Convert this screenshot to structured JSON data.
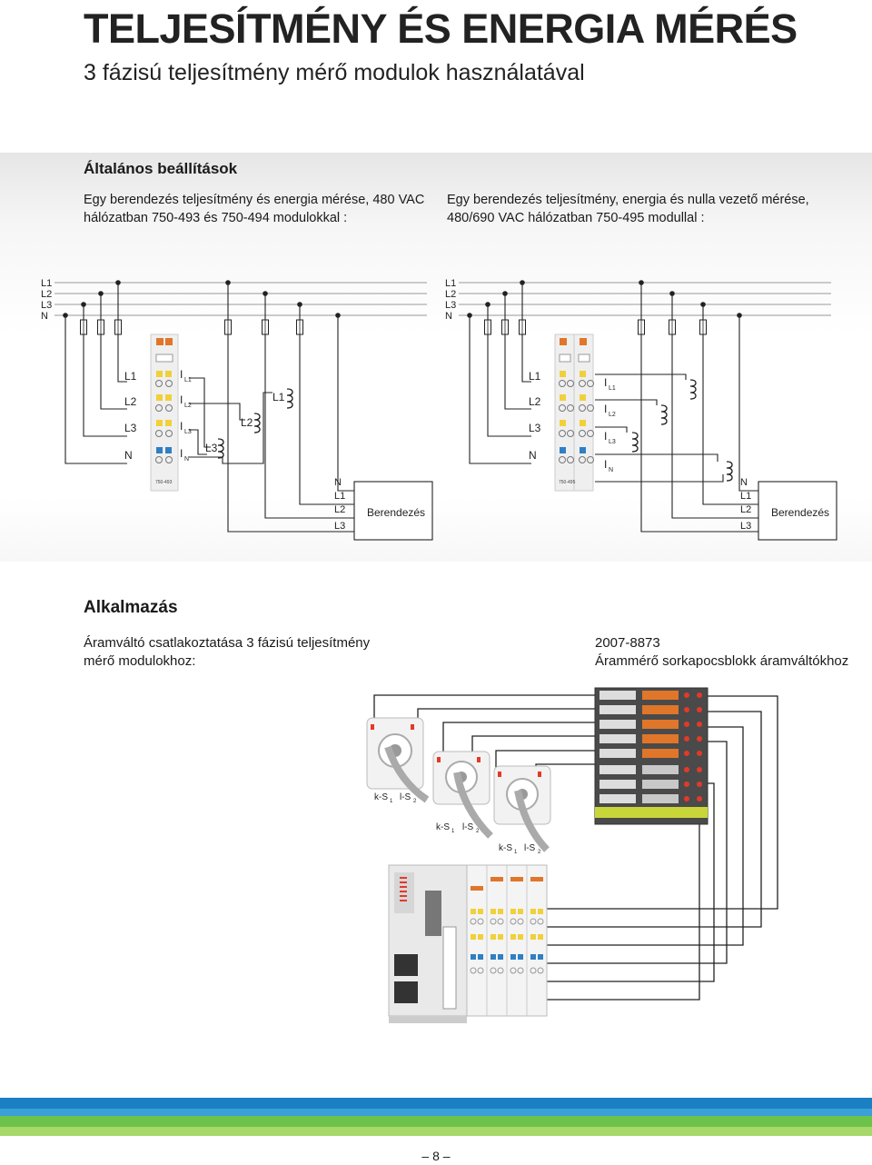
{
  "header": {
    "title": "TELJESÍTMÉNY ÉS ENERGIA MÉRÉS",
    "subtitle": "3 fázisú teljesítmény mérő modulok használatával"
  },
  "general": {
    "heading": "Általános beállítások",
    "left_text": "Egy berendezés teljesítmény és energia mérése, 480 VAC hálózatban 750-493 és 750-494 modulokkal :",
    "right_text": "Egy berendezés teljesítmény, energia és nulla vezető mérése, 480/690 VAC hálózatban 750-495 modullal :"
  },
  "diagram_left": {
    "bus_labels": [
      "L1",
      "L2",
      "L3",
      "N"
    ],
    "terminal_labels": [
      "L1",
      "L2",
      "L3",
      "N"
    ],
    "current_labels": [
      "I",
      "I",
      "I",
      "I"
    ],
    "current_subs": [
      "L1",
      "L2",
      "L3",
      "N"
    ],
    "ct_labels": [
      "L1",
      "L2",
      "L3"
    ],
    "module_label": "750-493",
    "device_labels": [
      "N",
      "L1",
      "L2",
      "L3"
    ],
    "device_name": "Berendezés"
  },
  "diagram_right": {
    "bus_labels": [
      "L1",
      "L2",
      "L3",
      "N"
    ],
    "terminal_labels": [
      "L1",
      "L2",
      "L3",
      "N"
    ],
    "current_labels": [
      "I",
      "I",
      "I",
      "I"
    ],
    "current_subs": [
      "L1",
      "L2",
      "L3",
      "N"
    ],
    "module_label": "750-495",
    "device_labels": [
      "N",
      "L1",
      "L2",
      "L3"
    ],
    "device_name": "Berendezés"
  },
  "application": {
    "heading": "Alkalmazás",
    "left_text": "Áramváltó csatlakoztatása 3 fázisú teljesítmény mérő modulokhoz:",
    "product_number": "2007-8873",
    "product_name": "Árammérő sorkapocsblokk áramváltókhoz",
    "ct_labels": [
      {
        "k": "k-S",
        "k_sub": "1",
        "l": "l-S",
        "l_sub": "2"
      },
      {
        "k": "k-S",
        "k_sub": "1",
        "l": "l-S",
        "l_sub": "2"
      },
      {
        "k": "k-S",
        "k_sub": "1",
        "l": "l-S",
        "l_sub": "2"
      }
    ]
  },
  "colors": {
    "stripe_colors": [
      "#1b7fc4",
      "#3aa0d8",
      "#6cc24a",
      "#a6d86a"
    ]
  },
  "footer": {
    "page_number": "– 8 –"
  }
}
